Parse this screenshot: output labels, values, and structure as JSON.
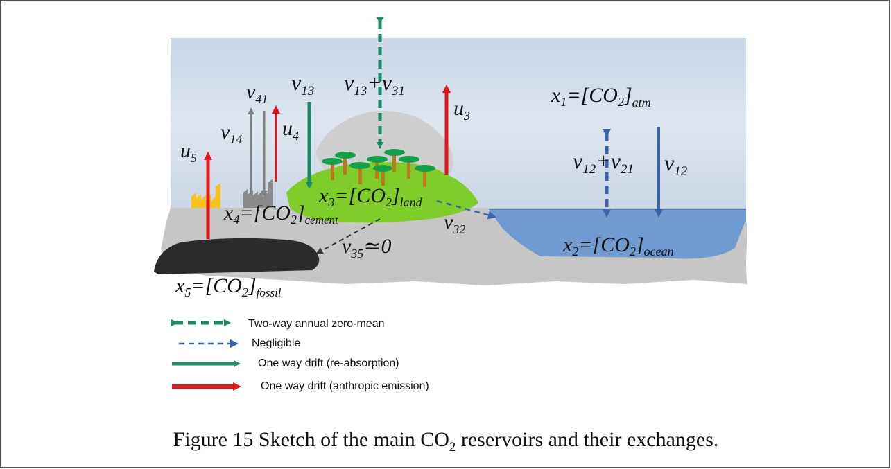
{
  "labels": {
    "x1": {
      "base": "x",
      "sub": "1",
      "eq": "=[",
      "co": "CO",
      "co_sub": "2",
      "close": "]",
      "tail": "atm"
    },
    "x2": {
      "base": "x",
      "sub": "2",
      "eq": "=[",
      "co": "CO",
      "co_sub": "2",
      "close": "]",
      "tail": "ocean"
    },
    "x3": {
      "base": "x",
      "sub": "3",
      "eq": "=[",
      "co": "CO",
      "co_sub": "2",
      "close": "]",
      "tail": "land"
    },
    "x4": {
      "base": "x",
      "sub": "4",
      "eq": "=[",
      "co": "CO",
      "co_sub": "2",
      "close": "]",
      "tail": "cement"
    },
    "x5": {
      "base": "x",
      "sub": "5",
      "eq": "=[",
      "co": "CO",
      "co_sub": "2",
      "close": "]",
      "tail": "fossil"
    },
    "v13": {
      "base": "v",
      "sub": "13"
    },
    "v41": {
      "base": "v",
      "sub": "41"
    },
    "v14": {
      "base": "v",
      "sub": "14"
    },
    "u4": {
      "base": "u",
      "sub": "4"
    },
    "u5": {
      "base": "u",
      "sub": "5"
    },
    "u3": {
      "base": "u",
      "sub": "3"
    },
    "v13v31": {
      "a": "v",
      "a_sub": "13",
      "plus": "+",
      "b": "v",
      "b_sub": "31"
    },
    "v12v21": {
      "a": "v",
      "a_sub": "12",
      "plus": "+",
      "b": "v",
      "b_sub": "21"
    },
    "v12": {
      "base": "v",
      "sub": "12"
    },
    "v32": {
      "base": "v",
      "sub": "32"
    },
    "v35": {
      "base": "v",
      "sub": "35",
      "rest": "≃0"
    }
  },
  "legend": [
    {
      "text": "Two-way annual zero-mean",
      "color": "#1e8a6a",
      "style": "dashed-two-way"
    },
    {
      "text": "Negligible",
      "color": "#3a63a8",
      "style": "dashed-small"
    },
    {
      "text": "One way drift  (re-absorption)",
      "color": "#1e8a6a",
      "style": "solid"
    },
    {
      "text": "One way drift  (anthropic emission)",
      "color": "#e0161b",
      "style": "solid"
    }
  ],
  "caption": {
    "prefix": "Figure 15 Sketch of the main CO",
    "sub": "2",
    "suffix": " reservoirs and their exchanges."
  },
  "colors": {
    "green_arrow": "#1e8a6a",
    "red_arrow": "#e0161b",
    "blue_arrow": "#3a63a8",
    "grey_arrow": "#808080",
    "land": "#7fcc2a",
    "ocean": "#6f9bd1",
    "ground": "#c6c6c6",
    "fossil": "#2b2b2b",
    "factory": "#f6c21b"
  }
}
